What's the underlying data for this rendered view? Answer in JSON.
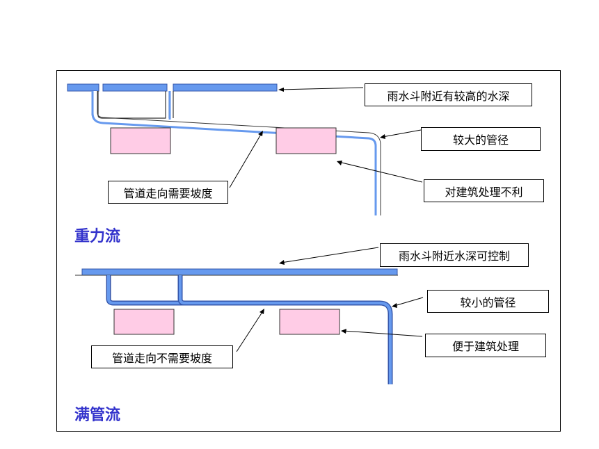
{
  "gravity": {
    "title": "重力流",
    "labels": {
      "water_depth": "雨水斗附近有较高的水深",
      "pipe_size": "较大的管径",
      "building": "对建筑处理不利",
      "slope": "管道走向需要坡度"
    }
  },
  "full_pipe": {
    "title": "满管流",
    "labels": {
      "water_depth": "雨水斗附近水深可控制",
      "pipe_size": "较小的管径",
      "building": "便于建筑处理",
      "slope": "管道走向不需要坡度"
    }
  },
  "colors": {
    "pipe": "#6699ee",
    "pipe_outline": "#3355aa",
    "beam_fill": "#ffcce6",
    "heading": "#3333cc"
  }
}
